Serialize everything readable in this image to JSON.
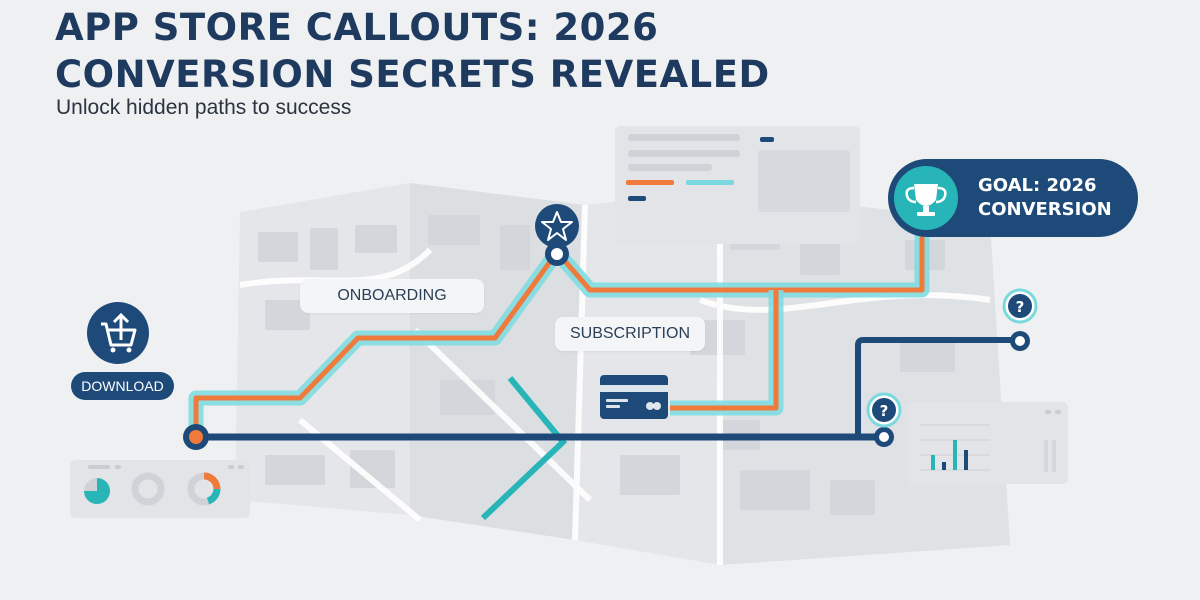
{
  "header": {
    "title_line1": "APP STORE CALLOUTS: 2026",
    "title_line2": "CONVERSION SECRETS REVEALED",
    "subtitle": "Unlock hidden paths to success"
  },
  "labels": {
    "download": "DOWNLOAD",
    "onboarding": "ONBOARDING",
    "subscription": "SUBSCRIPTION",
    "goal_line1": "GOAL: 2026",
    "goal_line2": "CONVERSION"
  },
  "icons": {
    "download": "cart-upload-icon",
    "milestone": "star-icon",
    "goal": "trophy-icon",
    "payment": "credit-card-icon",
    "unknown": "question-mark-icon"
  },
  "colors": {
    "navy": "#1e4a7a",
    "orange": "#f07a3c",
    "teal": "#27b5b8",
    "light_teal": "#79d9de",
    "background": "#eef0f2"
  }
}
